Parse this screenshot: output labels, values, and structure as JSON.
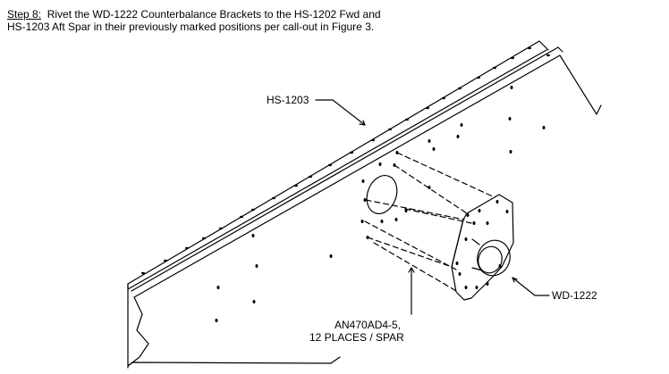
{
  "instruction": {
    "step_label": "Step 8:",
    "line1": "Rivet the WD-1222 Counterbalance Brackets to the HS-1202 Fwd and",
    "line2": "HS-1203 Aft Spar in their previously marked positions per call-out in Figure 3."
  },
  "callouts": {
    "spar": "HS-1203",
    "bracket": "WD-1222",
    "rivet_line1": "AN470AD4-5,",
    "rivet_line2": "12 PLACES / SPAR"
  }
}
